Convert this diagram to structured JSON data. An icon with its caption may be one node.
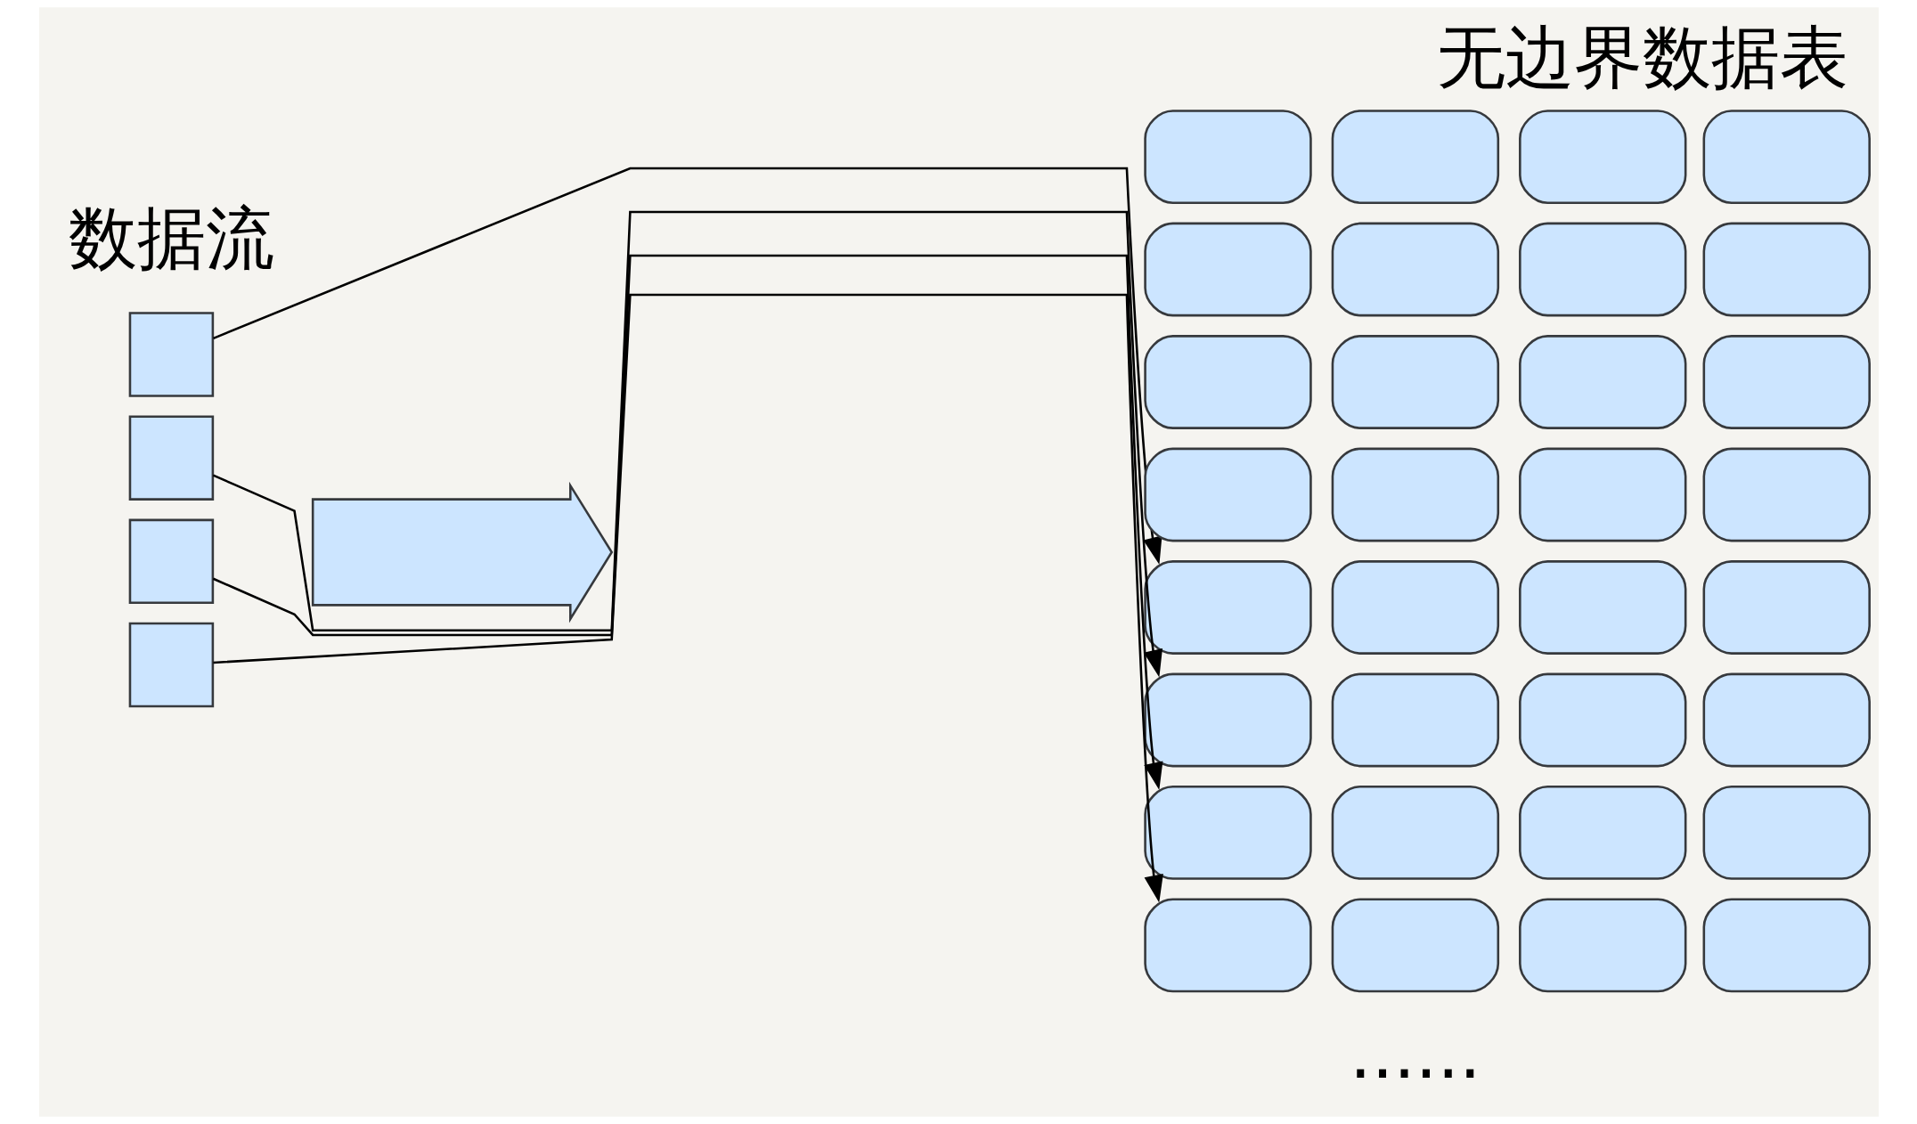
{
  "diagram": {
    "nodes": [
      {
        "text": [],
        "shape": "box"
      },
      {
        "text": [],
        "shape": "box"
      },
      {
        "text": [],
        "shape": "box"
      },
      {
        "text": [],
        "shape": "box"
      },
      {
        "text": [],
        "shape": "arrow"
      },
      {
        "text": [],
        "shape": "box"
      },
      {
        "text": [],
        "shape": "box"
      },
      {
        "text": [],
        "shape": "box"
      },
      {
        "text": [],
        "shape": "box"
      },
      {
        "text": [],
        "shape": "box"
      },
      {
        "text": [],
        "shape": "box"
      },
      {
        "text": [],
        "shape": "box"
      },
      {
        "text": [],
        "shape": "box"
      },
      {
        "text": [],
        "shape": "box"
      },
      {
        "text": [],
        "shape": "box"
      },
      {
        "text": [],
        "shape": "box"
      },
      {
        "text": [],
        "shape": "box"
      },
      {
        "text": [],
        "shape": "box"
      },
      {
        "text": [],
        "shape": "box"
      },
      {
        "text": [],
        "shape": "box"
      },
      {
        "text": [],
        "shape": "box"
      },
      {
        "text": [],
        "shape": "box"
      },
      {
        "text": [],
        "shape": "box"
      },
      {
        "text": [],
        "shape": "box"
      },
      {
        "text": [],
        "shape": "box"
      },
      {
        "text": [],
        "shape": "box"
      },
      {
        "text": [],
        "shape": "box"
      },
      {
        "text": [],
        "shape": "box"
      },
      {
        "text": [],
        "shape": "box"
      },
      {
        "text": [],
        "shape": "box"
      },
      {
        "text": [],
        "shape": "box"
      },
      {
        "text": [],
        "shape": "box"
      },
      {
        "text": [],
        "shape": "box"
      },
      {
        "text": [],
        "shape": "box"
      },
      {
        "text": [],
        "shape": "box"
      },
      {
        "text": [],
        "shape": "box"
      },
      {
        "text": [],
        "shape": "box"
      }
    ],
    "edges": [
      {
        "from": 0,
        "to": 21,
        "arrow": "to"
      },
      {
        "from": 1,
        "to": 25,
        "arrow": "to"
      },
      {
        "from": 2,
        "to": 29,
        "arrow": "to"
      },
      {
        "from": 3,
        "to": 33,
        "arrow": "to"
      }
    ],
    "labels": [
      "数据流",
      "......"
    ],
    "title": "无边界数据表"
  }
}
